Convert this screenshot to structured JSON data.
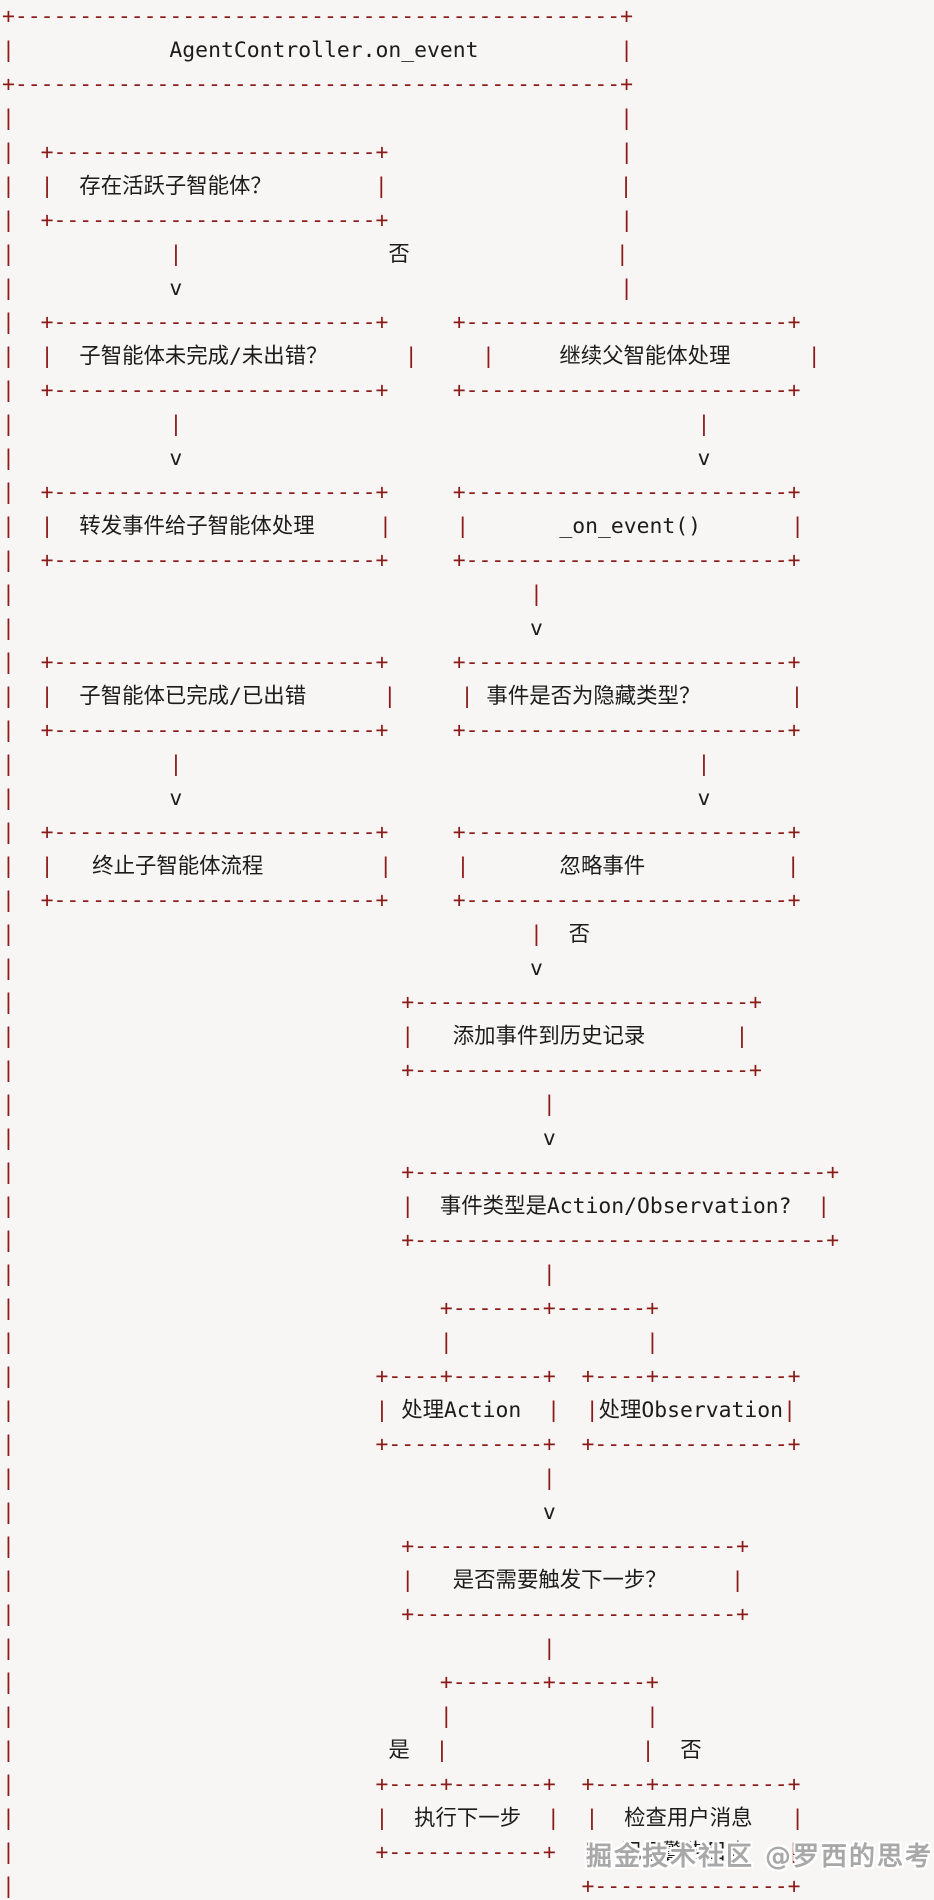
{
  "title": "AgentController.on_event",
  "colors": {
    "background": "#f7f6f5",
    "border_red": "#8b1b18",
    "text_dark": "#1c1c1c",
    "watermark_gray": "#a8a8a8"
  },
  "watermark": {
    "text": "掘金技术社区 @罗西的思考"
  },
  "nodes": {
    "title_box": "AgentController.on_event",
    "boxes": [
      "存在活跃子智能体？",
      "子智能体未完成/未出错？",
      "继续父智能体处理",
      "转发事件给子智能体处理",
      "_on_event()",
      "子智能体已完成/已出错",
      "事件是否为隐藏类型？",
      "终止子智能体流程",
      "忽略事件",
      "添加事件到历史记录",
      "事件类型是Action/Observation?",
      "处理Action",
      "处理Observation",
      "是否需要触发下一步？",
      "执行下一步",
      "检查用户消息",
      "记录警告日志"
    ],
    "edge_labels": [
      "否",
      "是",
      "否",
      "否"
    ]
  },
  "flowchart": {
    "lines": [
      "+-----------------------------------------------+",
      "|            AgentController.on_event           |",
      "+-----------------------------------------------+",
      "|                                               |",
      "|  +-------------------------+                  |",
      "|  |  存在活跃子智能体？        |                  |",
      "|  +-------------------------+                  |",
      "|            |                否                |",
      "|            v                                  |",
      "|  +-------------------------+     +-------------------------+",
      "|  |  子智能体未完成/未出错？      |     |     继续父智能体处理      |",
      "|  +-------------------------+     +-------------------------+",
      "|            |                                        |",
      "|            v                                        v",
      "|  +-------------------------+     +-------------------------+",
      "|  |  转发事件给子智能体处理     |     |       _on_event()       |",
      "|  +-------------------------+     +-------------------------+",
      "|                                        |",
      "|                                        v",
      "|  +-------------------------+     +-------------------------+",
      "|  |  子智能体已完成/已出错      |     | 事件是否为隐藏类型？       |",
      "|  +-------------------------+     +-------------------------+",
      "|            |                                        |",
      "|            v                                        v",
      "|  +-------------------------+     +-------------------------+",
      "|  |   终止子智能体流程         |     |       忽略事件           |",
      "|  +-------------------------+     +-------------------------+",
      "|                                        |  否",
      "|                                        v",
      "|                              +--------------------------+",
      "|                              |   添加事件到历史记录       |",
      "|                              +--------------------------+",
      "|                                         |",
      "|                                         v",
      "|                              +--------------------------------+",
      "|                              |  事件类型是Action/Observation?  |",
      "|                              +--------------------------------+",
      "|                                         |",
      "|                                 +-------+-------+",
      "|                                 |               |",
      "|                            +----+-------+  +----+----------+",
      "|                            | 处理Action  |  |处理Observation|",
      "|                            +------------+  +---------------+",
      "|                                         |",
      "|                                         v",
      "|                              +-------------------------+",
      "|                              |   是否需要触发下一步？     |",
      "|                              +-------------------------+",
      "|                                         |",
      "|                                 +-------+-------+",
      "|                                 |               |",
      "|                             是  |               |  否",
      "|                            +----+-------+  +----+----------+",
      "|                            |  执行下一步  |  |  检查用户消息   |",
      "|                            +------------+  |  记录警告日志   |",
      "|                                            +---------------+"
    ]
  }
}
